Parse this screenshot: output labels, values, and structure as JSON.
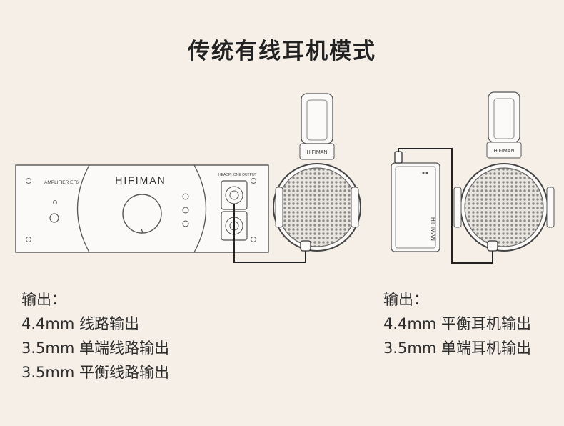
{
  "title": "传统有线耳机模式",
  "left_device": {
    "label": "AMPLIFIER EF6",
    "brand": "HIFIMAN",
    "port_label": "HEADPHONE OUTPUT"
  },
  "left_headphone": {
    "brand": "HIFIMAN"
  },
  "right_device": {
    "brand": "HIFIMAN"
  },
  "right_headphone": {
    "brand": "HIFIMAN"
  },
  "left_outputs": {
    "heading": "输出：",
    "items": [
      "4.4mm 线路输出",
      "3.5mm 单端线路输出",
      "3.5mm 平衡线路输出"
    ]
  },
  "right_outputs": {
    "heading": "输出：",
    "items": [
      "4.4mm 平衡耳机输出",
      "3.5mm 单端耳机输出"
    ]
  }
}
